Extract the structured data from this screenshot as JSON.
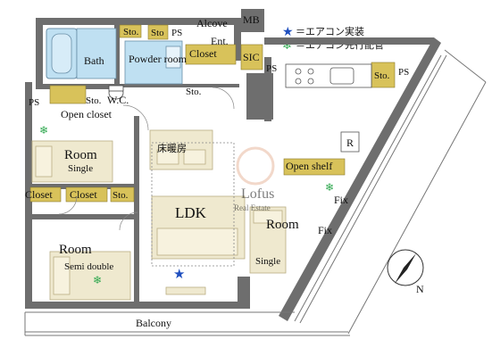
{
  "legend": {
    "star_text": "＝エアコン実装",
    "snow_text": "＝エアコン先行配管",
    "colors": {
      "star": "#1f4fbf",
      "snow": "#2fa84f"
    }
  },
  "rooms": {
    "alcove": "Alcove",
    "mb": "MB",
    "ent": "Ent.",
    "bath": "Bath",
    "powder": "Powder room",
    "sto": "Sto.",
    "sto_short": "Sto",
    "ps": "PS",
    "closet": "Closet",
    "sic": "SIC",
    "wc": "W.C.",
    "open_closet": "Open closet",
    "room": "Room",
    "single": "Single",
    "semi_double": "Semi double",
    "ldk": "LDK",
    "floor_heating": "床暖房",
    "open_shelf": "Open shelf",
    "r": "R",
    "fix": "Fix",
    "balcony": "Balcony",
    "north": "N"
  },
  "watermark": {
    "brand": "Lofus",
    "sub": "Real Estate"
  },
  "colors": {
    "wall": "#6e6e6e",
    "storage": "#d8c25a",
    "bath_blue": "#bfe0f2",
    "furniture": "#efe9cf",
    "furniture_stroke": "#b9ad83",
    "watermark": "#e8b9a0"
  }
}
